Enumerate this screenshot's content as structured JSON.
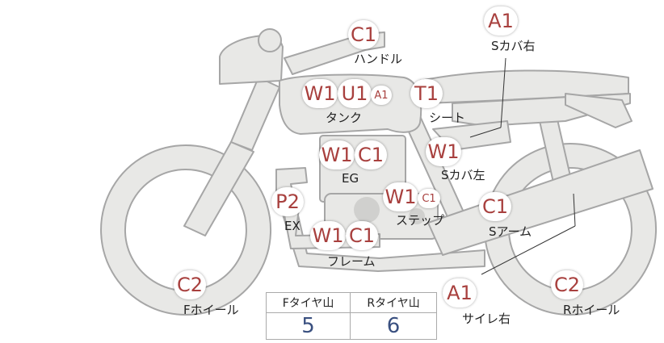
{
  "parts": [
    {
      "id": "handle",
      "grade": "C1",
      "label": "ハンドル"
    },
    {
      "id": "s-cover-r",
      "grade": "A1",
      "label": "Sカバ右"
    },
    {
      "id": "tank",
      "grades": [
        "W1",
        "U1",
        "A1"
      ],
      "label": "タンク"
    },
    {
      "id": "seat",
      "grade": "T1",
      "label": "シート"
    },
    {
      "id": "engine",
      "grades": [
        "W1",
        "C1"
      ],
      "label": "EG"
    },
    {
      "id": "s-cover-l",
      "grade": "W1",
      "label": "Sカバ左"
    },
    {
      "id": "exhaust",
      "grade": "P2",
      "label": "EX"
    },
    {
      "id": "step",
      "grades": [
        "W1",
        "C1"
      ],
      "label": "ステップ"
    },
    {
      "id": "swingarm",
      "grade": "C1",
      "label": "Sアーム"
    },
    {
      "id": "frame",
      "grades": [
        "W1",
        "C1"
      ],
      "label": "フレーム"
    },
    {
      "id": "f-wheel",
      "grade": "C2",
      "label": "Fホイール"
    },
    {
      "id": "r-wheel",
      "grade": "C2",
      "label": "Rホイール"
    },
    {
      "id": "muffler-r",
      "grade": "A1",
      "label": "サイレ右"
    }
  ],
  "tread": {
    "front_label": "Fタイヤ山",
    "rear_label": "Rタイヤ山",
    "front_value": "5",
    "rear_value": "6"
  },
  "colors": {
    "body_fill": "#e8e8e6",
    "outline": "#a6a6a6",
    "grade_text": "#a8403e",
    "tread_value": "#3a5080"
  }
}
